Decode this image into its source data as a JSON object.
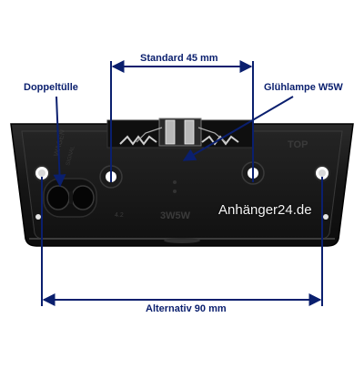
{
  "labels": {
    "standard": "Standard 45 mm",
    "double_grommet": "Doppeltülle",
    "bulb": "Glühlampe W5W",
    "alternative": "Alternativ 90 mm"
  },
  "watermark": "Anhänger24.de",
  "housing_markings": {
    "top_right": "TOP",
    "lamp_type": "3W5W",
    "small_number": "4.2"
  },
  "colors": {
    "annotation": "#0a1f6e",
    "housing": "#1a1a1a",
    "background": "#ffffff"
  }
}
